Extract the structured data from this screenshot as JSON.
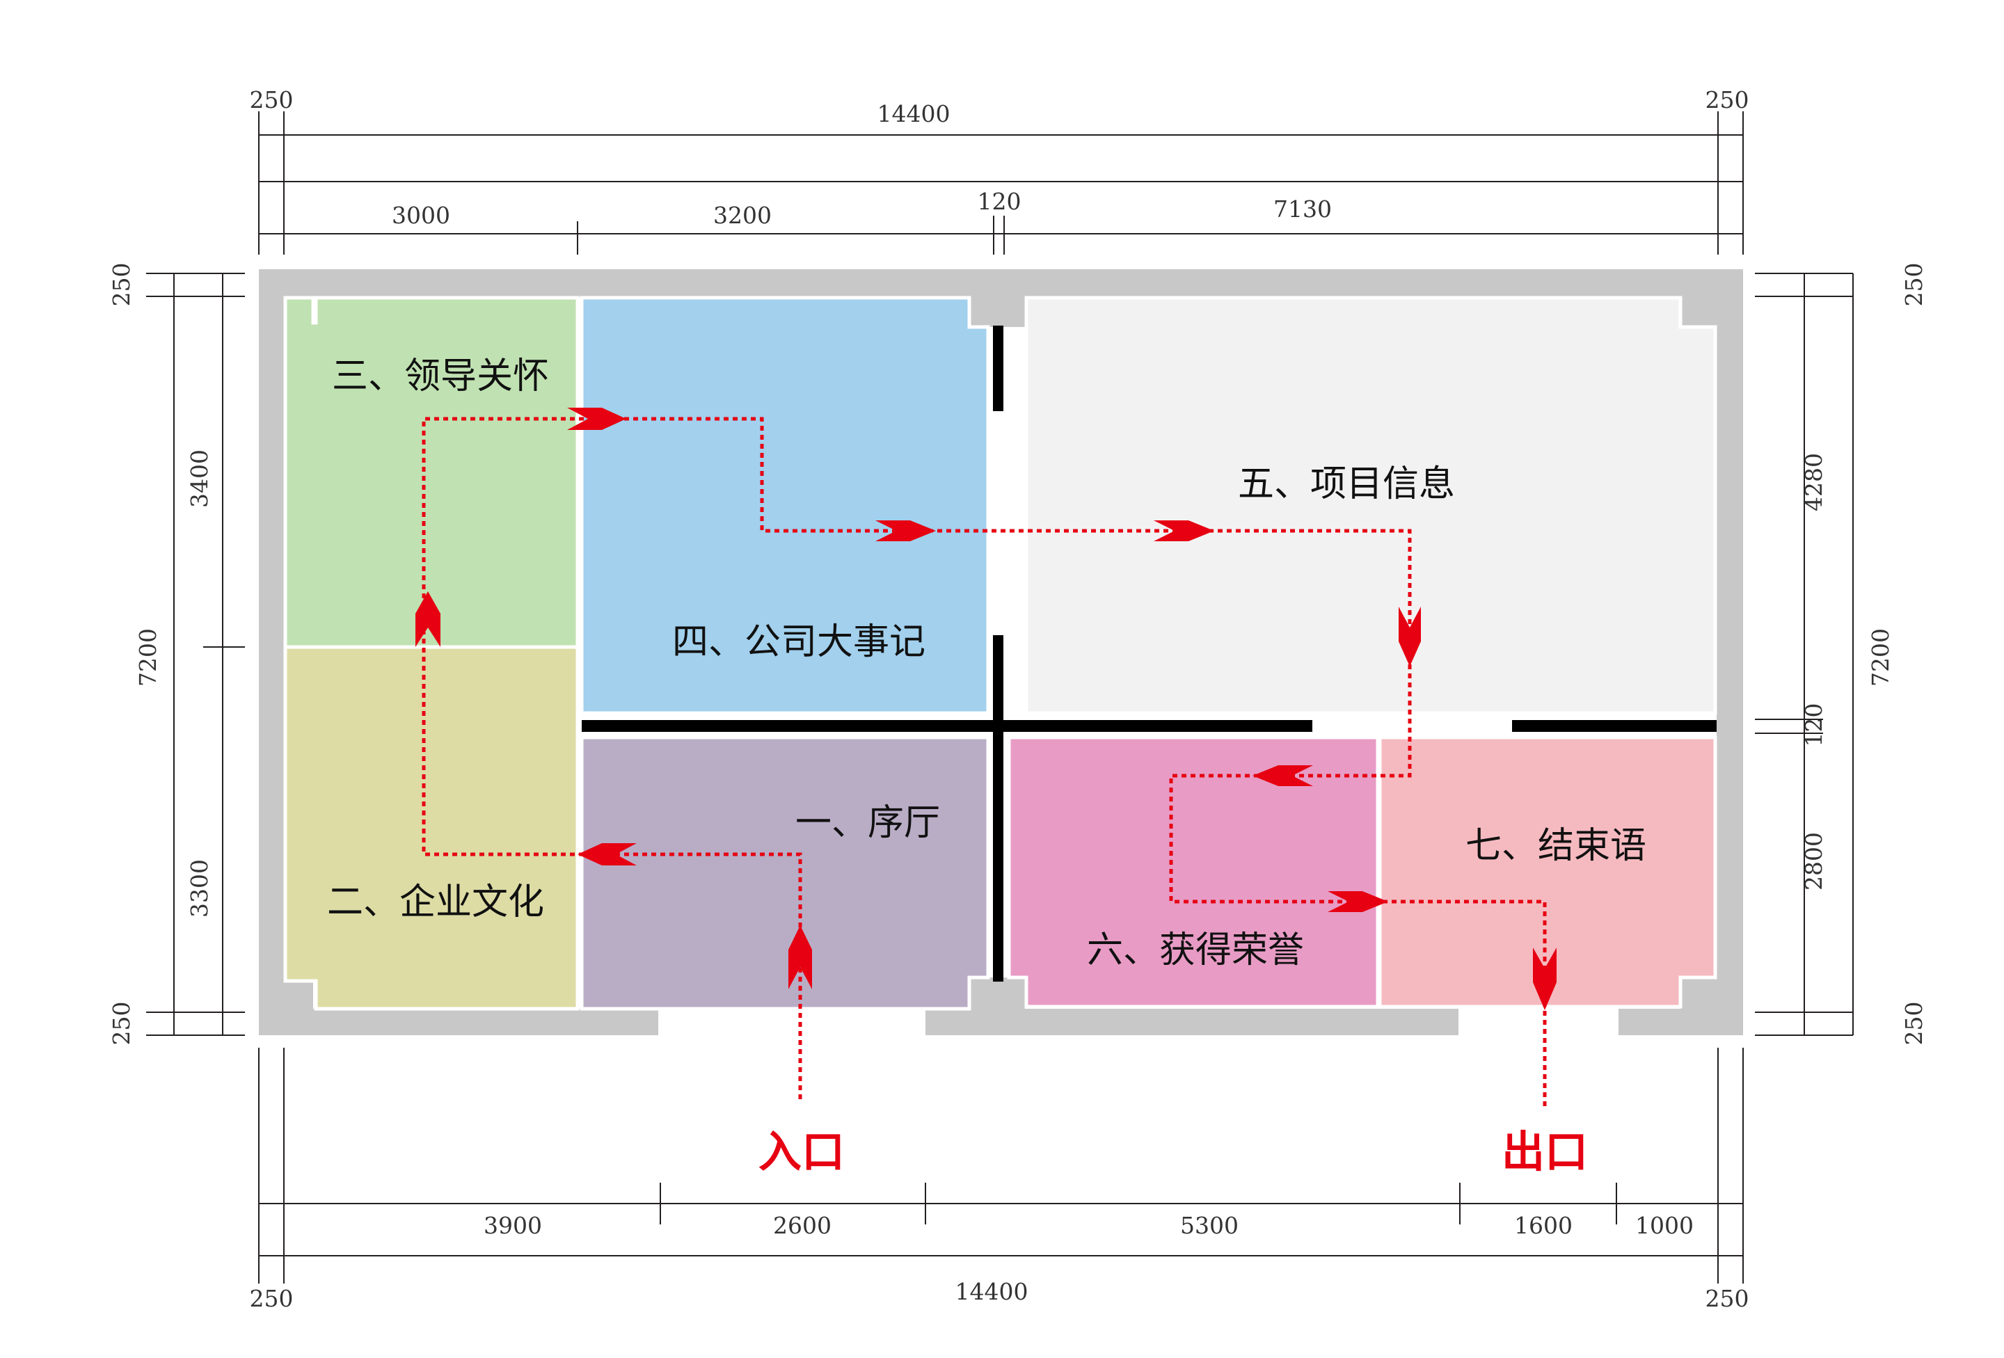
{
  "colors": {
    "wall": "#c8c8c9",
    "partition": "#000000",
    "route": "#e60012",
    "dim_line": "#231f20"
  },
  "rooms": {
    "r1": {
      "label": "一、序厅",
      "color": "#b9adc6"
    },
    "r2": {
      "label": "二、企业文化",
      "color": "#dddca5"
    },
    "r3": {
      "label": "三、领导关怀",
      "color": "#c0e2b2"
    },
    "r4": {
      "label": "四、公司大事记",
      "color": "#a2d0ed"
    },
    "r5": {
      "label": "五、项目信息",
      "color": "#f2f2f2"
    },
    "r6": {
      "label": "六、获得荣誉",
      "color": "#e89cc5"
    },
    "r7": {
      "label": "七、结束语",
      "color": "#f5bac0"
    }
  },
  "doors": {
    "entrance": "入口",
    "exit": "出口"
  },
  "dimensions": {
    "top": {
      "left_wall": "250",
      "right_wall": "250",
      "total": "14400",
      "seg1": "3000",
      "seg2": "3200",
      "seg3": "120",
      "seg4": "7130"
    },
    "bottom": {
      "left_wall": "250",
      "right_wall": "250",
      "total": "14400",
      "seg1": "3900",
      "seg2": "2600",
      "seg3": "5300",
      "seg4": "1600",
      "seg5": "1000"
    },
    "left": {
      "top_wall": "250",
      "bottom_wall": "250",
      "total": "7200",
      "upper": "3400",
      "lower": "3300"
    },
    "right": {
      "top_wall": "250",
      "bottom_wall": "250",
      "total": "7200",
      "upper": "4280",
      "mid": "120",
      "lower": "2800"
    }
  }
}
